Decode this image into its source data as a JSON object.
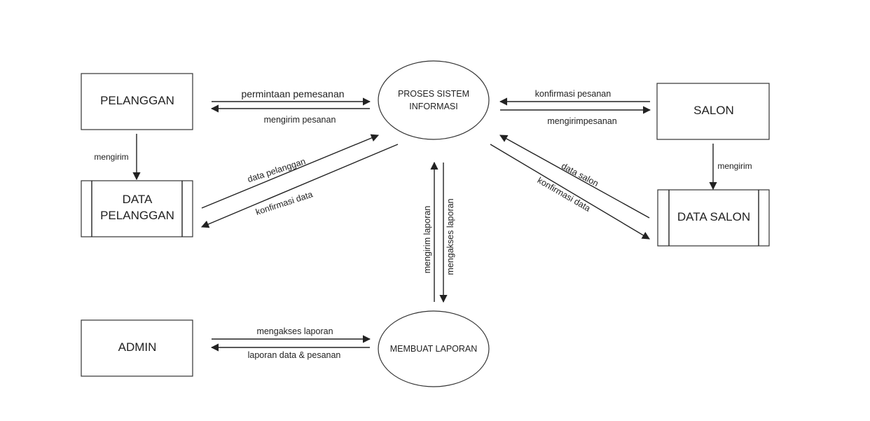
{
  "entities": {
    "pelanggan": "PELANGGAN",
    "salon": "SALON",
    "admin": "ADMIN"
  },
  "stores": {
    "data_pelanggan_line1": "DATA",
    "data_pelanggan_line2": "PELANGGAN",
    "data_salon": "DATA SALON"
  },
  "processes": {
    "proses_line1": "PROSES SISTEM",
    "proses_line2": "INFORMASI",
    "membuat_laporan": "MEMBUAT LAPORAN"
  },
  "flows": {
    "permintaan_pemesanan": "permintaan pemesanan",
    "mengirim_pesanan": "mengirim pesanan",
    "konfirmasi_pesanan": "konfirmasi pesanan",
    "mengirimpesanan": "mengirimpesanan",
    "mengirim_pelanggan": "mengirim",
    "mengirim_salon": "mengirim",
    "data_pelanggan": "data pelanggan",
    "konfirmasi_data_pelanggan": "konfirmasi data",
    "data_salon": "data salon",
    "konfirmasi_data_salon": "konfirmasi data",
    "mengirim_laporan": "mengirim laporan",
    "mengakses_laporan_vertical": "mengakses laporan",
    "mengakses_laporan_admin": "mengakses  laporan",
    "laporan_data_pesanan": "laporan data & pesanan"
  }
}
